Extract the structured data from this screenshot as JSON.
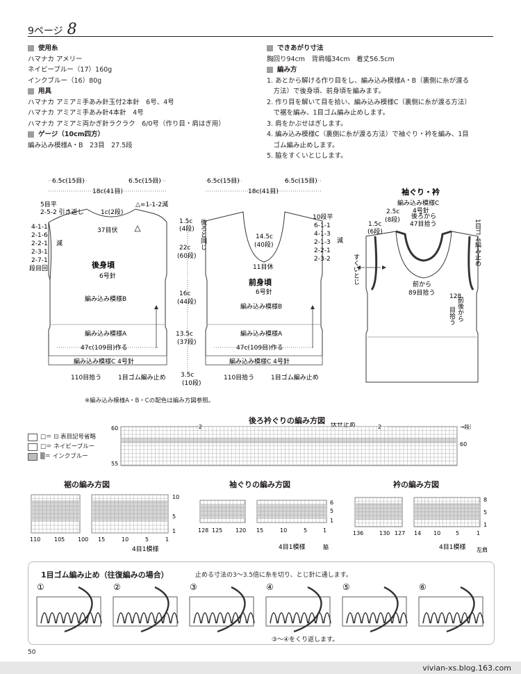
{
  "header": {
    "page_prefix": "9ページ",
    "page_number": "8"
  },
  "left_column": [
    {
      "title": "使用糸",
      "lines": [
        "ハマナカ アメリー",
        "ネイビーブルー（17）160g",
        "インクブルー（16）80g"
      ]
    },
    {
      "title": "用具",
      "lines": [
        "ハマナカ アミアミ手あみ針玉付2本針　6号、4号",
        "ハマナカ アミアミ手あみ針4本針　4号",
        "ハマナカ アミアミ両かぎ針ラクラク　6/0号（作り目・肩はぎ用）"
      ]
    },
    {
      "title": "ゲージ（10cm四方）",
      "lines": [
        "編み込み模様A・B　23目　27.5段"
      ]
    }
  ],
  "right_column": {
    "size_title": "できあがり寸法",
    "size_line": "胸回り94cm　背肩幅34cm　着丈56.5cm",
    "method_title": "編み方",
    "steps": [
      "1. あとから解ける作り目をし、編み込み模様A・B（裏側に糸が渡る",
      "　方法）で後身頃、前身頃を編みます。",
      "2. 作り目を解いて目を拾い、編み込み模様C（裏側に糸が渡る方法）",
      "　で裾を編み、1目ゴム編み止めします。",
      "3. 肩をかぶせはぎします。",
      "4. 編み込み模様C（裏側に糸が渡る方法）で袖ぐり・衿を編み、1目",
      "　ゴム編み止めします。",
      "5. 脇をすくいとじします。"
    ]
  },
  "back": {
    "sh_l": "6.5c(15目)",
    "sh_r": "6.5c(15目)",
    "neck": "18c(41目)",
    "left1": "5目平",
    "left2": "2-5-2 引き返し",
    "mid": "1c(2段)",
    "tri": "△=1-1-2減",
    "dec": [
      "4-1-1",
      "2-1-6",
      "2-2-1",
      "2-3-1",
      "2-7-1"
    ],
    "gen": "減",
    "dankai": "段目回",
    "neck_st": "37目伏",
    "title": "後身頃",
    "needle": "6号針",
    "patB": "編み込み模様B",
    "patA": "編み込み模様A",
    "cast": "47c(109目)作る",
    "patC": "編み込み模様C 4号針",
    "pick": "110目拾う",
    "bind": "1目ゴム編み止め"
  },
  "dims": [
    "1.5c",
    "(4段)",
    "22c",
    "(60段)",
    "16c",
    "(44段)",
    "13.5c",
    "(37段)",
    "3.5c",
    "(10段)"
  ],
  "front": {
    "sh_l": "6.5c(15目)",
    "sh_r": "6.5c(15目)",
    "neck": "18c(41目)",
    "same": "後ろと同じ",
    "depth": "14.5c",
    "depth_rows": "(40段)",
    "rest": "11目休",
    "dec": [
      "10段平",
      "6-1-1",
      "4-1-3",
      "2-1-3",
      "2-2-1",
      "2-3-2"
    ],
    "gen": "減",
    "title": "前身頃",
    "needle": "6号針",
    "patB": "編み込み模様B",
    "patA": "編み込み模様A",
    "cast": "47c(109目)作る",
    "patC": "編み込み模様C 4号針",
    "pick": "110目拾う",
    "bind": "1目ゴム編み止め"
  },
  "sleeve": {
    "title": "袖ぐり・衿",
    "pattern": "編み込み模様C",
    "needle": "4号針",
    "t1": "2.5c",
    "t2": "(8段)",
    "b1": "後ろから",
    "b2": "47目拾う",
    "s1": "1.5c",
    "s2": "(6段)",
    "bind": "1目ゴム編み止め",
    "side": "すくいとじ",
    "f1": "前から",
    "f2": "89目拾う",
    "r1": "128",
    "r2": "目拾う",
    "r3": "前後から"
  },
  "note": "※編み込み模様A・B・Cの配色は編み方図参照。",
  "legend": [
    {
      "symbol": "□＝ ⊡ 表目記号省略"
    },
    {
      "symbol": "□＝ ネイビーブルー"
    },
    {
      "symbol": "▒＝ インクブルー"
    }
  ],
  "charts": {
    "neck_title": "後ろ衿ぐりの編み方図",
    "neck_fuse": "伏せ止め",
    "neck_arrow": "→段消し",
    "neck_60a": "60",
    "neck_60b": "60",
    "neck_55": "55",
    "neck_2": "2",
    "neck_2b": "2",
    "hem_title": "裾の編み方図",
    "hem_x": [
      "110",
      "105",
      "100",
      "15",
      "10",
      "5",
      "1"
    ],
    "hem_y": [
      "10",
      "5",
      "1"
    ],
    "hem_rep": "4目1模様",
    "arm_title": "袖ぐりの編み方図",
    "arm_x": [
      "128",
      "125",
      "120",
      "15",
      "10",
      "5",
      "1"
    ],
    "arm_y": [
      "6",
      "5",
      "1"
    ],
    "arm_rep": "4目1模様",
    "arm_side": "脇",
    "collar_title": "衿の編み方図",
    "collar_x": [
      "136",
      "130",
      "127",
      "14",
      "10",
      "5",
      "1"
    ],
    "collar_y": [
      "8",
      "5",
      "1"
    ],
    "collar_rep": "4目1模様",
    "collar_shoulder": "左肩"
  },
  "bindoff": {
    "title": "1目ゴム編み止め（往復編みの場合）",
    "note": "止める寸法の3〜3.5倍に糸を切り、とじ針に通します。",
    "steps": [
      "①",
      "②",
      "③",
      "④",
      "⑤",
      "⑥"
    ],
    "repeat": "③〜④をくり返します。"
  },
  "page_number": "50",
  "footer": "vivian-xs.blog.163.com",
  "colors": {
    "navy": "#ffffff",
    "ink": "#bdbdbd",
    "shadow": "#d6d6d6"
  }
}
